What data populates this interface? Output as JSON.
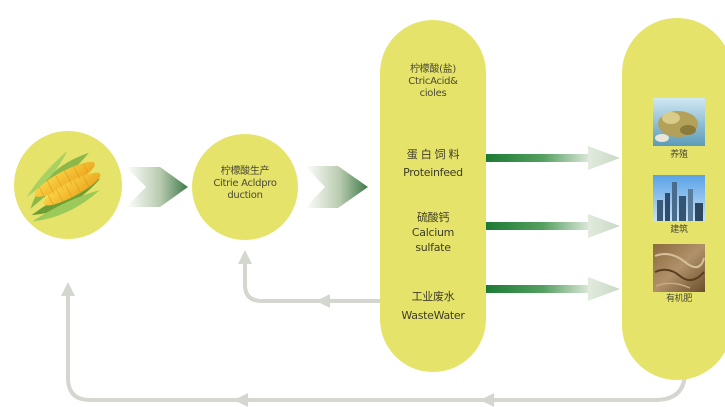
{
  "diagram": {
    "corn": {
      "icon": "corn-cob-icon"
    },
    "production": {
      "label_cn": "柠檬酸生产",
      "label_en_1": "Citrie Acldpro",
      "label_en_2": "duction"
    },
    "products": {
      "citric_acid": {
        "cn": "柠檬酸(盐)",
        "en_1": "CtricAcid&",
        "en_2": "cioles"
      },
      "protein_feed": {
        "cn": "蛋 白 饲 料",
        "en": "Proteinfeed"
      },
      "calcium_sulfate": {
        "cn": "硫酸钙",
        "en_1": "Calcium",
        "en_2": "sulfate"
      },
      "waste_water": {
        "cn": "工业废水",
        "en": "WasteWater"
      }
    },
    "uses": {
      "aquaculture": {
        "label": "养殖",
        "icon": "aquaculture-photo"
      },
      "construction": {
        "label": "建筑",
        "icon": "city-skyline-photo"
      },
      "fertilizer": {
        "label": "有机肥",
        "icon": "soil-fertilizer-photo"
      }
    },
    "colors": {
      "node_fill": "#e6e36a",
      "arrow_green": "#2f8a3c",
      "loop_gray": "#d3d7d0"
    }
  }
}
